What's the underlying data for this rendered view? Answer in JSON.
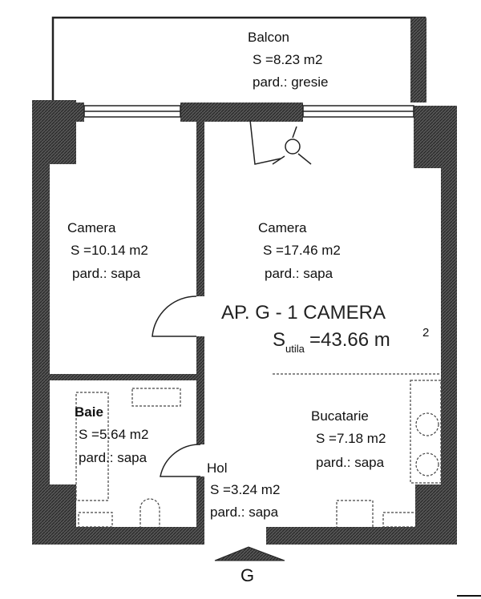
{
  "plan": {
    "title": "AP. G - 1 CAMERA",
    "usable_area_prefix": "S",
    "usable_area_sub": "utila",
    "usable_area_value": "=43.66 m",
    "usable_area_sup": "2",
    "entrance_label": "G"
  },
  "rooms": [
    {
      "name": "Balcon",
      "area": "S =8.23 m2",
      "floor": "pard.: gresie"
    },
    {
      "name": "Camera",
      "area": "S =10.14 m2",
      "floor": "pard.: sapa"
    },
    {
      "name": "Camera",
      "area": "S =17.46 m2",
      "floor": "pard.: sapa"
    },
    {
      "name": "Baie",
      "area": "S =5.64 m2",
      "floor": "pard.: sapa"
    },
    {
      "name": "Bucatarie",
      "area": "S =7.18 m2",
      "floor": "pard.: sapa"
    },
    {
      "name": "Hol",
      "area": "S =3.24 m2",
      "floor": "pard.: sapa"
    }
  ],
  "colors": {
    "wall": "#333333",
    "line": "#222222"
  }
}
